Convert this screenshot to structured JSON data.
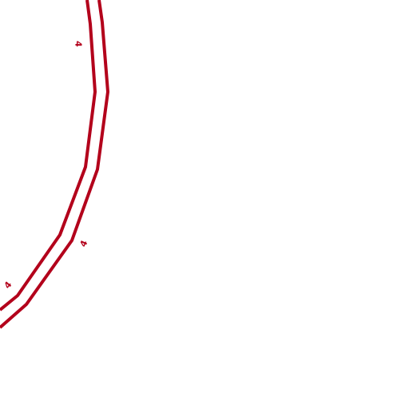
{
  "map": {
    "background_color": "#ffffff",
    "road": {
      "type": "divided-highway",
      "color": "#b3001b",
      "route_number": "4"
    },
    "labels": [
      {
        "text": "4"
      },
      {
        "text": "4"
      },
      {
        "text": "4"
      }
    ]
  }
}
